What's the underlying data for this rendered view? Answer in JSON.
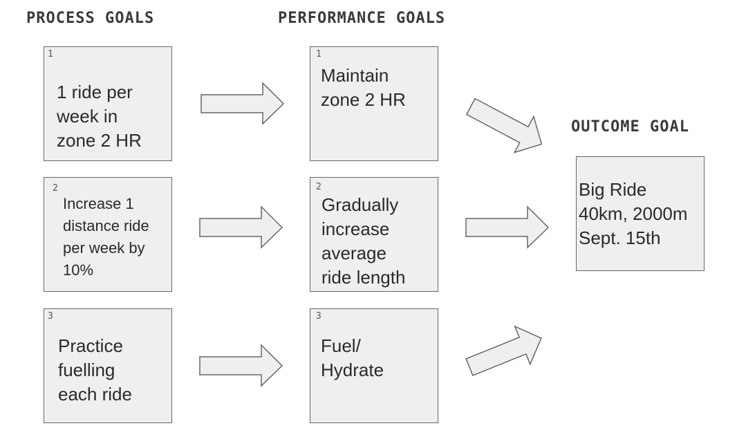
{
  "headings": {
    "process": "PROCESS GOALS",
    "performance": "PERFORMANCE GOALS",
    "outcome": "OUTCOME GOAL"
  },
  "process_goals": [
    {
      "number": "1",
      "lines": [
        "1 ride per",
        "week in",
        "zone 2 HR"
      ]
    },
    {
      "number": "2",
      "lines": [
        "Increase 1",
        "distance ride",
        "per week by",
        "10%"
      ]
    },
    {
      "number": "3",
      "lines": [
        "Practice",
        "fuelling",
        "each ride"
      ]
    }
  ],
  "performance_goals": [
    {
      "number": "1",
      "lines": [
        "Maintain",
        "zone 2 HR"
      ]
    },
    {
      "number": "2",
      "lines": [
        "Gradually",
        "increase",
        "average",
        "ride length"
      ]
    },
    {
      "number": "3",
      "lines": [
        "Fuel/",
        "Hydrate"
      ]
    }
  ],
  "outcome_goal": {
    "lines": [
      "Big Ride",
      "40km, 2000m",
      "Sept. 15th"
    ]
  },
  "colors": {
    "box_fill": "#efefef",
    "box_border": "#666666",
    "arrow_fill": "#efefef"
  }
}
